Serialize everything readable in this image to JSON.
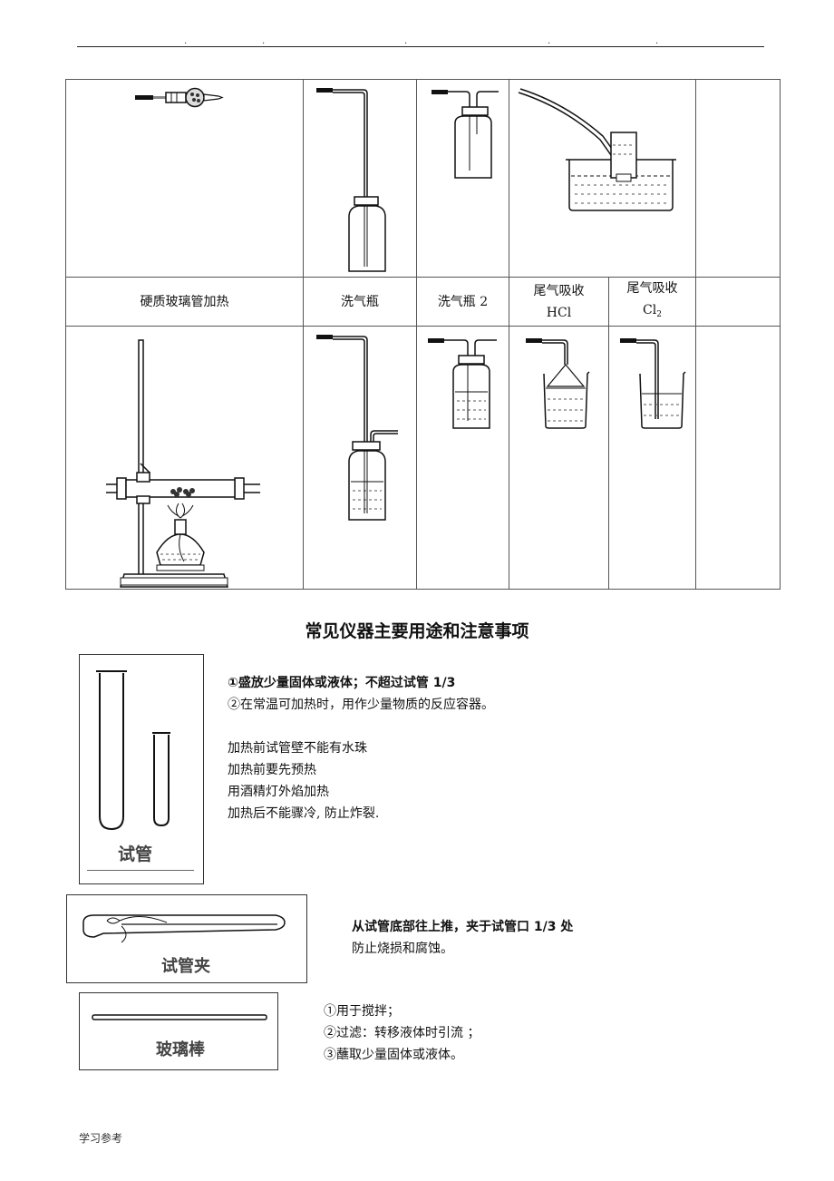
{
  "header": {
    "dots": [
      ".",
      ".",
      ".",
      ".",
      "."
    ]
  },
  "table": {
    "row2_labels": [
      "硬质玻璃管加热",
      "洗气瓶",
      "洗气瓶 2"
    ],
    "tail_hcl": {
      "line1": "尾气吸收",
      "line2": "HCl"
    },
    "tail_cl2": {
      "line1": "尾气吸收",
      "line2_main": "Cl",
      "line2_sub": "2"
    }
  },
  "section_title": "常见仪器主要用途和注意事项",
  "instruments": [
    {
      "image_label": "试管",
      "bold_line": "①盛放少量固体或液体；不超过试管 1/3",
      "lines": [
        "②在常温可加热时，用作少量物质的反应容器。",
        "",
        "加热前试管壁不能有水珠",
        "加热前要先预热",
        "用酒精灯外焰加热",
        "加热后不能骤冷, 防止炸裂."
      ]
    },
    {
      "image_label": "试管夹",
      "bold_line": "从试管底部往上推，夹于试管口 1/3 处",
      "lines": [
        "防止烧损和腐蚀。"
      ]
    },
    {
      "image_label": "玻璃棒",
      "lines": [
        "①用于搅拌；",
        "②过滤：转移液体时引流 ；",
        "③蘸取少量固体或液体。"
      ]
    }
  ],
  "footer": "学习参考"
}
